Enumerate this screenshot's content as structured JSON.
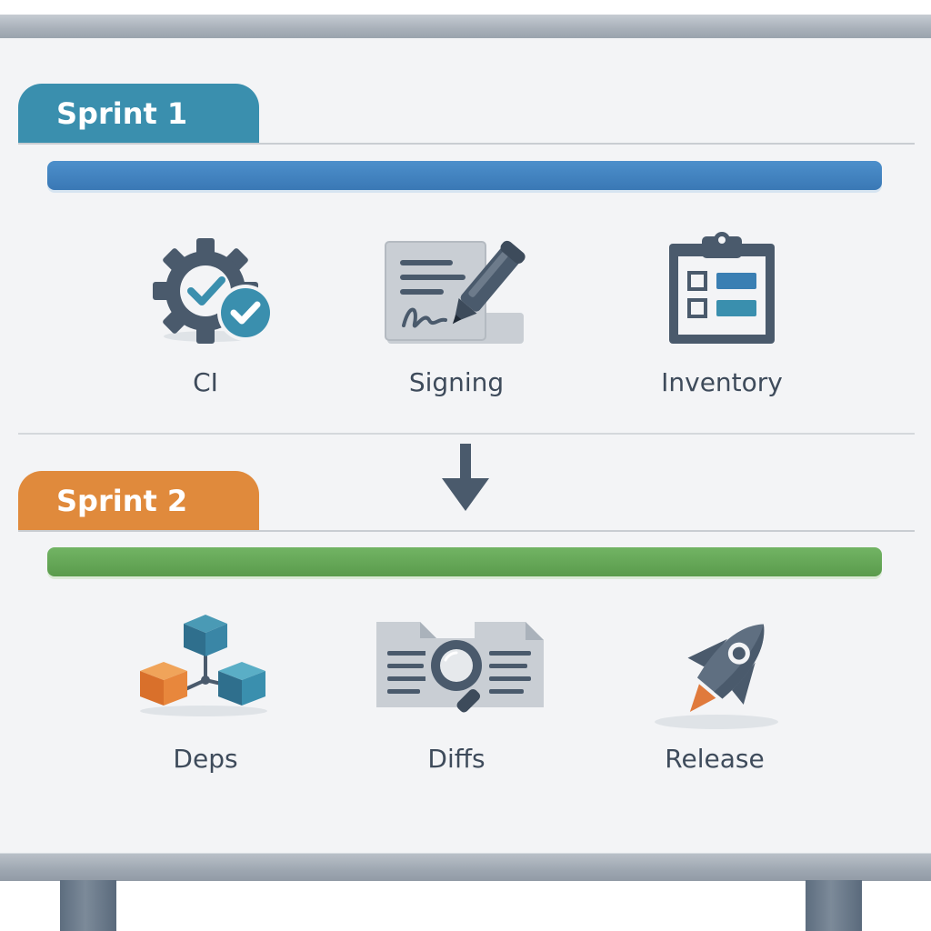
{
  "board": {
    "sprints": [
      {
        "label": "Sprint 1",
        "color": "#3a8fae",
        "bar_color": "#3f80bd",
        "items": [
          {
            "label": "CI",
            "icon": "gear-check-icon"
          },
          {
            "label": "Signing",
            "icon": "document-pen-signature-icon"
          },
          {
            "label": "Inventory",
            "icon": "clipboard-checklist-icon"
          }
        ]
      },
      {
        "label": "Sprint 2",
        "color": "#e08a3c",
        "bar_color": "#6aab5a",
        "items": [
          {
            "label": "Deps",
            "icon": "cubes-dependency-icon"
          },
          {
            "label": "Diffs",
            "icon": "documents-magnifier-icon"
          },
          {
            "label": "Release",
            "icon": "rocket-icon"
          }
        ]
      }
    ],
    "connector_icon": "arrow-down-icon"
  }
}
